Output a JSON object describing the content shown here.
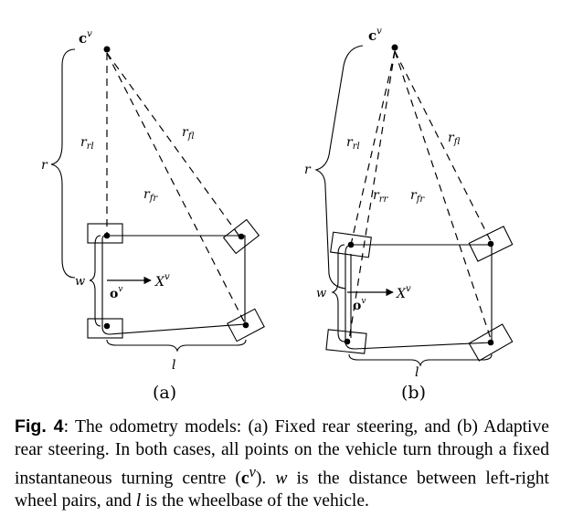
{
  "panel_a": {
    "center_label": "c",
    "center_sup": "v",
    "r_label": "r",
    "rrl_label": "r",
    "rrl_sub": "rl",
    "rfl_label": "r",
    "rfl_sub": "fl",
    "rfr_label": "r",
    "rfr_sub": "fr",
    "w_label": "w",
    "origin_label": "o",
    "origin_sup": "v",
    "xaxis_label": "X",
    "xaxis_sup": "v",
    "l_label": "l",
    "panel_label": "(a)"
  },
  "panel_b": {
    "center_label": "c",
    "center_sup": "v",
    "r_label": "r",
    "rrl_label": "r",
    "rrl_sub": "rl",
    "rfl_label": "r",
    "rfl_sub": "fl",
    "rrr_label": "r",
    "rrr_sub": "rr",
    "rfr_label": "r",
    "rfr_sub": "fr",
    "w_label": "w",
    "origin_label": "o",
    "origin_sup": "v",
    "xaxis_label": "X",
    "xaxis_sup": "v",
    "l_label": "l",
    "panel_label": "(b)"
  },
  "caption": {
    "label": "Fig. 4",
    "part1": ": The odometry models: (a) Fixed rear steering, and (b) Adaptive rear steering. In both cases, all points on the vehicle turn through a fixed instantaneous turning centre (",
    "c_symbol": "c",
    "c_sup": "v",
    "part2": "). ",
    "w_symbol": "w",
    "part3": " is the distance between left-right wheel pairs, and ",
    "l_symbol": "l",
    "part4": " is the wheelbase of the vehicle."
  }
}
